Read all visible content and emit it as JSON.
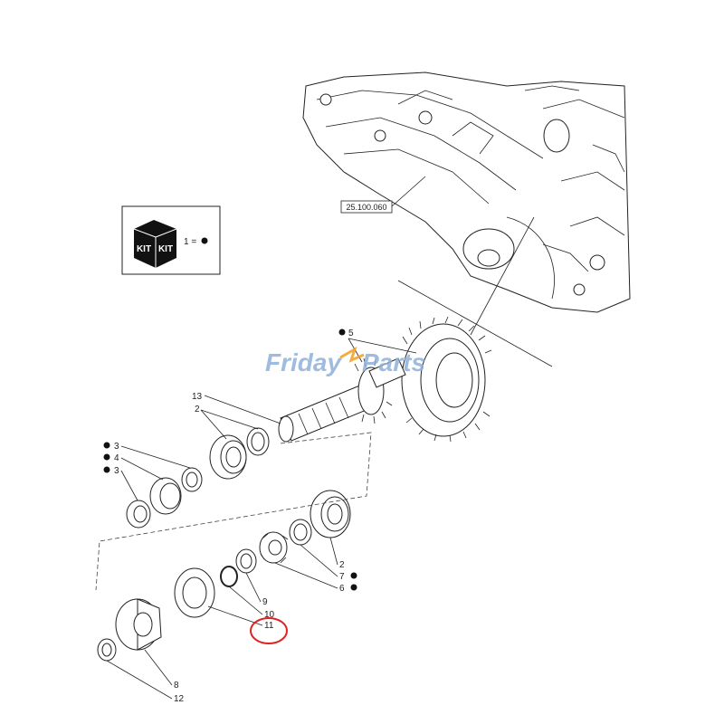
{
  "reference_box": "25.100.060",
  "kit_legend": {
    "kit_label": "KIT",
    "equation": "1 ="
  },
  "watermark": {
    "part1": "Friday",
    "part2": "Parts"
  },
  "callouts": [
    {
      "id": "c5",
      "text": "5",
      "dot": true
    },
    {
      "id": "c13",
      "text": "13",
      "dot": false
    },
    {
      "id": "c2a",
      "text": "2",
      "dot": false
    },
    {
      "id": "c3a",
      "text": "3",
      "dot": true
    },
    {
      "id": "c4",
      "text": "4",
      "dot": true
    },
    {
      "id": "c3b",
      "text": "3",
      "dot": true
    },
    {
      "id": "c2b",
      "text": "2",
      "dot": false
    },
    {
      "id": "c7",
      "text": "7",
      "dot": true
    },
    {
      "id": "c6",
      "text": "6",
      "dot": true
    },
    {
      "id": "c9",
      "text": "9",
      "dot": false
    },
    {
      "id": "c10",
      "text": "10",
      "dot": false
    },
    {
      "id": "c11",
      "text": "11",
      "dot": false
    },
    {
      "id": "c8",
      "text": "8",
      "dot": false
    },
    {
      "id": "c12",
      "text": "12",
      "dot": false
    }
  ],
  "highlight": {
    "target": "11",
    "color": "#e02020"
  }
}
